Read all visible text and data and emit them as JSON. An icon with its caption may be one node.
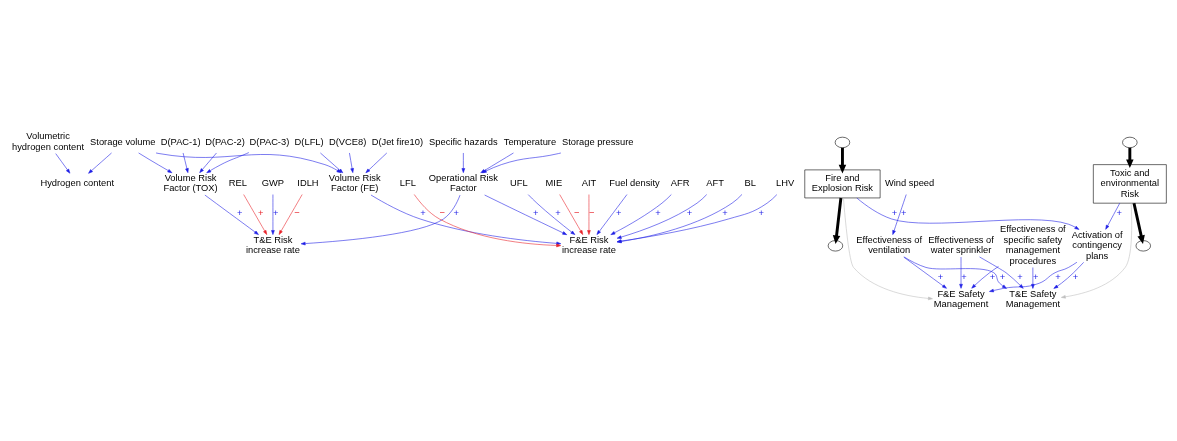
{
  "diagram": {
    "nodes": [
      {
        "text": [
          "Volumetric hydrogen content"
        ]
      },
      {
        "text": [
          "Storage pressure"
        ]
      },
      {
        "text": [
          "Specific hazards"
        ]
      },
      {
        "text": [
          "AFR"
        ]
      },
      {
        "text": [
          "AFT"
        ]
      },
      {
        "text": [
          "BL"
        ]
      },
      {
        "text": [
          "LHV"
        ]
      },
      {
        "text": [
          "Activation of contingency plans"
        ]
      },
      {
        "text": [
          "Temperature"
        ]
      },
      {
        "text": [
          "Hydrogen content"
        ]
      },
      {
        "text": [
          "Operational Risk Factor"
        ]
      },
      {
        "text": [],
        "shape": "cloud"
      },
      {
        "text": [
          "F&E Risk increase rate"
        ]
      },
      {
        "text": [
          "Fire and Explosion Risk"
        ]
      },
      {
        "text": [
          "F&E Safety Management"
        ]
      },
      {
        "text": [],
        "shape": "cloud"
      },
      {
        "text": [
          "Storage volume"
        ]
      },
      {
        "text": [
          "Volume Risk Factor (FE)"
        ]
      },
      {
        "text": [
          "LFL"
        ]
      },
      {
        "text": [
          "UFL"
        ]
      },
      {
        "text": [
          "MIE"
        ]
      },
      {
        "text": [
          "AIT"
        ]
      },
      {
        "text": [
          "Fuel density"
        ]
      },
      {
        "text": [
          "Wind speed"
        ]
      },
      {
        "text": [
          "Effectiveness of ventilation"
        ]
      },
      {
        "text": [
          "Effectiveness of water sprinkler"
        ]
      },
      {
        "text": [
          "Effectiveness of specific safety management procedures"
        ]
      },
      {
        "text": [
          "D(Jet fire10)"
        ]
      },
      {
        "text": [
          "D(LFL)"
        ]
      },
      {
        "text": [
          "D(VCE8)"
        ]
      },
      {
        "text": [],
        "shape": "cloud"
      },
      {
        "text": [
          "T&E Risk increase rate"
        ]
      },
      {
        "text": [
          "Toxic and environmental Risk"
        ]
      },
      {
        "text": [
          "T&E Safety Management"
        ]
      },
      {
        "text": [],
        "shape": "cloud"
      },
      {
        "text": [
          "REL"
        ]
      },
      {
        "text": [
          "GWP"
        ]
      },
      {
        "text": [
          "IDLH"
        ]
      },
      {
        "text": [
          "Volume Risk Factor (TOX)"
        ]
      },
      {
        "text": [
          "D(PAC-1)"
        ]
      },
      {
        "text": [
          "D(PAC-2)"
        ]
      },
      {
        "text": [
          "D(PAC-3)"
        ]
      }
    ],
    "edges": [
      {
        "from": 11,
        "to": 13,
        "arrow": "to",
        "style": "thick",
        "color": "#000000"
      },
      {
        "from": 13,
        "to": 15,
        "arrow": "to",
        "style": "thick",
        "color": "#000000"
      },
      {
        "from": 30,
        "to": 32,
        "arrow": "to",
        "style": "thick",
        "color": "#000000"
      },
      {
        "from": 32,
        "to": 34,
        "arrow": "to",
        "style": "thick",
        "color": "#000000"
      },
      {
        "from": 0,
        "to": 9,
        "arrow": "to"
      },
      {
        "from": 16,
        "to": 9,
        "arrow": "to"
      },
      {
        "from": 8,
        "to": 10,
        "arrow": "to"
      },
      {
        "from": 1,
        "to": 10,
        "arrow": "to"
      },
      {
        "from": 2,
        "to": 10,
        "arrow": "to"
      },
      {
        "from": 3,
        "to": 12,
        "arrow": "to",
        "label": "+"
      },
      {
        "from": 4,
        "to": 12,
        "arrow": "to",
        "label": "+"
      },
      {
        "from": 5,
        "to": 12,
        "arrow": "to",
        "label": "+"
      },
      {
        "from": 6,
        "to": 12,
        "arrow": "to",
        "label": "+"
      },
      {
        "from": 10,
        "to": 12,
        "arrow": "to",
        "label": "+"
      },
      {
        "from": 17,
        "to": 12,
        "arrow": "to",
        "label": "+"
      },
      {
        "from": 18,
        "to": 12,
        "arrow": "to",
        "label": "−",
        "color": "#e8232a"
      },
      {
        "from": 19,
        "to": 12,
        "arrow": "to",
        "label": "+"
      },
      {
        "from": 20,
        "to": 12,
        "arrow": "to",
        "label": "−",
        "color": "#e8232a"
      },
      {
        "from": 21,
        "to": 12,
        "arrow": "to",
        "label": "−",
        "color": "#e8232a"
      },
      {
        "from": 22,
        "to": 12,
        "arrow": "to",
        "label": "+"
      },
      {
        "from": 16,
        "to": 17,
        "arrow": "to"
      },
      {
        "from": 27,
        "to": 17,
        "arrow": "to"
      },
      {
        "from": 29,
        "to": 17,
        "arrow": "to"
      },
      {
        "from": 28,
        "to": 17,
        "arrow": "to"
      },
      {
        "from": 16,
        "to": 38,
        "arrow": "to"
      },
      {
        "from": 39,
        "to": 38,
        "arrow": "to"
      },
      {
        "from": 40,
        "to": 38,
        "arrow": "to"
      },
      {
        "from": 41,
        "to": 38,
        "arrow": "to"
      },
      {
        "from": 10,
        "to": 31,
        "arrow": "to",
        "label": "+"
      },
      {
        "from": 35,
        "to": 31,
        "arrow": "to",
        "label": "+",
        "color": "#e8232a"
      },
      {
        "from": 38,
        "to": 31,
        "arrow": "to",
        "label": "+"
      },
      {
        "from": 36,
        "to": 31,
        "arrow": "to",
        "label": "+"
      },
      {
        "from": 37,
        "to": 31,
        "arrow": "to",
        "label": "−",
        "color": "#e8232a"
      },
      {
        "from": 13,
        "to": 7,
        "arrow": "to",
        "label": "+"
      },
      {
        "from": 32,
        "to": 7,
        "arrow": "to",
        "label": "+"
      },
      {
        "from": 7,
        "to": 14,
        "arrow": "to",
        "label": "+"
      },
      {
        "from": 7,
        "to": 33,
        "arrow": "to",
        "label": "+"
      },
      {
        "from": 13,
        "to": 14,
        "arrow": "to",
        "color": "#c0c0c0"
      },
      {
        "from": 32,
        "to": 33,
        "arrow": "to",
        "color": "#c0c0c0"
      },
      {
        "from": 23,
        "to": 24,
        "arrow": "to",
        "label": "+"
      },
      {
        "from": 24,
        "to": 14,
        "arrow": "to",
        "label": "+"
      },
      {
        "from": 25,
        "to": 14,
        "arrow": "to",
        "label": "+"
      },
      {
        "from": 26,
        "to": 14,
        "arrow": "to",
        "label": "+"
      },
      {
        "from": 24,
        "to": 33,
        "arrow": "to",
        "label": "+"
      },
      {
        "from": 25,
        "to": 33,
        "arrow": "to",
        "label": "+"
      },
      {
        "from": 26,
        "to": 33,
        "arrow": "to",
        "label": "+"
      }
    ]
  }
}
